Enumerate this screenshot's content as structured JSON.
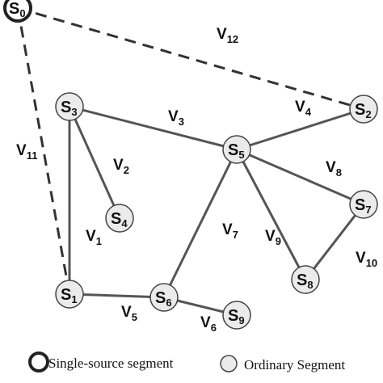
{
  "nodes": [
    {
      "id": "S0",
      "main": "S",
      "sub": "0",
      "type": "single-source"
    },
    {
      "id": "S1",
      "main": "S",
      "sub": "1",
      "type": "ordinary"
    },
    {
      "id": "S2",
      "main": "S",
      "sub": "2",
      "type": "ordinary"
    },
    {
      "id": "S3",
      "main": "S",
      "sub": "3",
      "type": "ordinary"
    },
    {
      "id": "S4",
      "main": "S",
      "sub": "4",
      "type": "ordinary"
    },
    {
      "id": "S5",
      "main": "S",
      "sub": "5",
      "type": "ordinary"
    },
    {
      "id": "S6",
      "main": "S",
      "sub": "6",
      "type": "ordinary"
    },
    {
      "id": "S7",
      "main": "S",
      "sub": "7",
      "type": "ordinary"
    },
    {
      "id": "S8",
      "main": "S",
      "sub": "8",
      "type": "ordinary"
    },
    {
      "id": "S9",
      "main": "S",
      "sub": "9",
      "type": "ordinary"
    }
  ],
  "edges": [
    {
      "main": "V",
      "sub": "1",
      "from": "S1",
      "to": "S3",
      "dashed": false
    },
    {
      "main": "V",
      "sub": "2",
      "from": "S3",
      "to": "S4",
      "dashed": false
    },
    {
      "main": "V",
      "sub": "3",
      "from": "S3",
      "to": "S5",
      "dashed": false
    },
    {
      "main": "V",
      "sub": "4",
      "from": "S5",
      "to": "S2",
      "dashed": false
    },
    {
      "main": "V",
      "sub": "5",
      "from": "S1",
      "to": "S6",
      "dashed": false
    },
    {
      "main": "V",
      "sub": "6",
      "from": "S6",
      "to": "S9",
      "dashed": false
    },
    {
      "main": "V",
      "sub": "7",
      "from": "S6",
      "to": "S5",
      "dashed": false
    },
    {
      "main": "V",
      "sub": "8",
      "from": "S5",
      "to": "S7",
      "dashed": false
    },
    {
      "main": "V",
      "sub": "9",
      "from": "S5",
      "to": "S8",
      "dashed": false
    },
    {
      "main": "V",
      "sub": "10",
      "from": "S7",
      "to": "S8",
      "dashed": false
    },
    {
      "main": "V",
      "sub": "11",
      "from": "S0",
      "to": "S1",
      "dashed": true
    },
    {
      "main": "V",
      "sub": "12",
      "from": "S0",
      "to": "S2",
      "dashed": true
    }
  ],
  "legend": {
    "single_source": "Single-source segment",
    "ordinary": "Ordinary Segment"
  }
}
